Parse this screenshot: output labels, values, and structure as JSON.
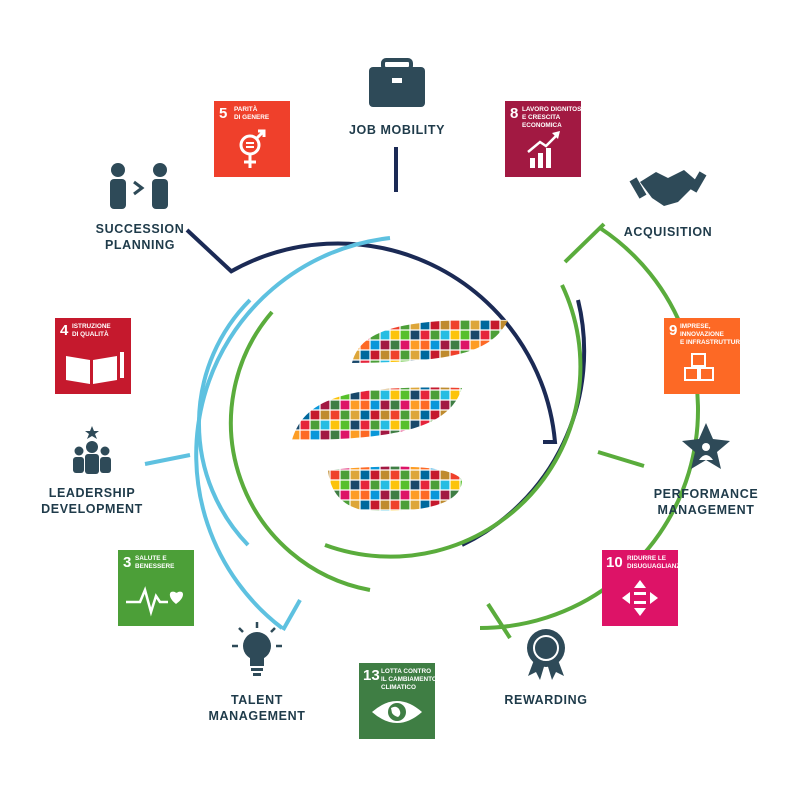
{
  "colors": {
    "navy": "#1b2a55",
    "light_blue": "#5ec1e0",
    "green": "#5aac3c",
    "text": "#1f3b4a",
    "icon": "#2e4a58"
  },
  "labels": {
    "job_mobility": "JOB MOBILITY",
    "acquisition": "ACQUISITION",
    "performance_line1": "PERFORMANCE",
    "performance_line2": "MANAGEMENT",
    "rewarding": "REWARDING",
    "talent_line1": "TALENT",
    "talent_line2": "MANAGEMENT",
    "leadership_line1": "LEADERSHIP",
    "leadership_line2": "DEVELOPMENT",
    "succession_line1": "SUCCESSION",
    "succession_line2": "PLANNING"
  },
  "sdg": {
    "sdg5": {
      "number": "5",
      "line1": "PARITÀ",
      "line2": "DI GENERE",
      "line3": "",
      "color": "#ef402b"
    },
    "sdg8": {
      "number": "8",
      "line1": "LAVORO DIGNITOSO",
      "line2": "E CRESCITA",
      "line3": "ECONOMICA",
      "color": "#a21942"
    },
    "sdg4": {
      "number": "4",
      "line1": "ISTRUZIONE",
      "line2": "DI QUALITÀ",
      "line3": "",
      "color": "#c5192d"
    },
    "sdg9": {
      "number": "9",
      "line1": "IMPRESE,",
      "line2": "INNOVAZIONE",
      "line3": "E INFRASTRUTTURE",
      "color": "#fd6925"
    },
    "sdg3": {
      "number": "3",
      "line1": "SALUTE E",
      "line2": "BENESSERE",
      "line3": "",
      "color": "#4c9f38"
    },
    "sdg10": {
      "number": "10",
      "line1": "RIDURRE LE",
      "line2": "DISUGUAGLIANZE",
      "line3": "",
      "color": "#dd1367"
    },
    "sdg13": {
      "number": "13",
      "line1": "LOTTA CONTRO",
      "line2": "IL CAMBIAMENTO",
      "line3": "CLIMATICO",
      "color": "#3f7e44"
    }
  }
}
